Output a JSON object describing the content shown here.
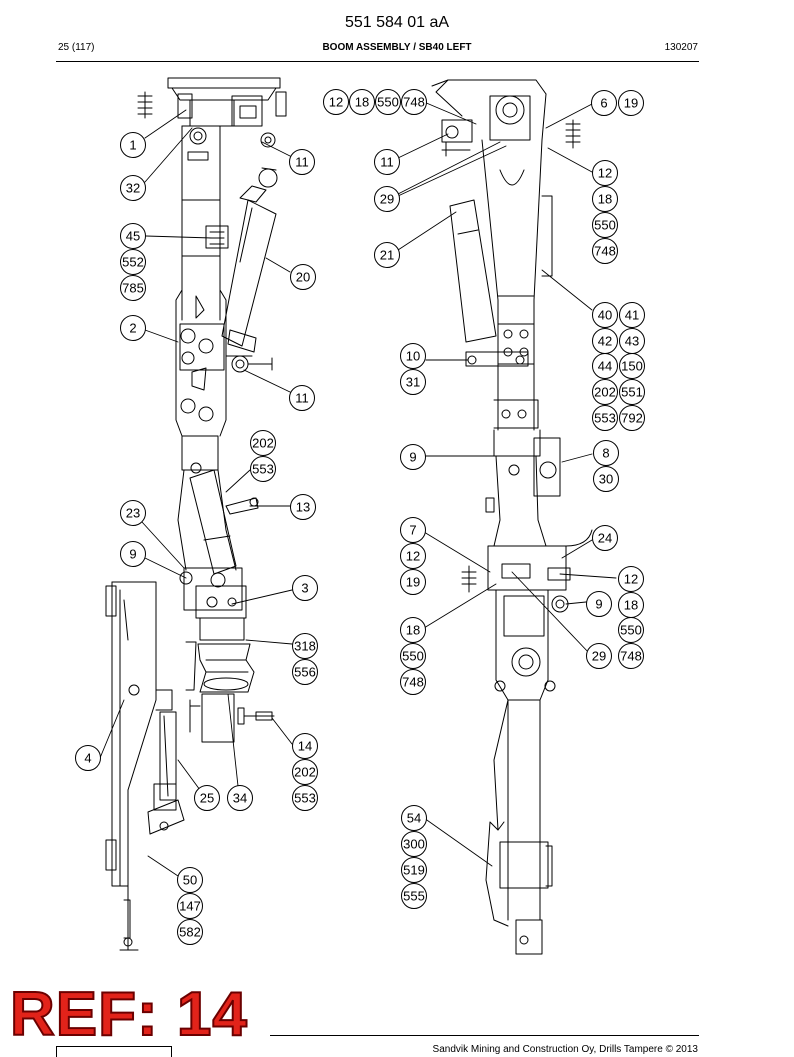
{
  "header": {
    "doc_number": "551 584 01 aA",
    "page": "25 (117)",
    "title": "BOOM ASSEMBLY / SB40 LEFT",
    "date": "130207"
  },
  "stamp": "REF: 14",
  "footer": {
    "copyright": "Sandvik Mining and Construction Oy, Drills Tampere © 2013"
  },
  "callouts": [
    {
      "id": "c1",
      "label": "1"
    },
    {
      "id": "c11a",
      "label": "11"
    },
    {
      "id": "c32",
      "label": "32"
    },
    {
      "id": "c45",
      "label": "45"
    },
    {
      "id": "c552a",
      "label": "552"
    },
    {
      "id": "c785",
      "label": "785"
    },
    {
      "id": "c20",
      "label": "20"
    },
    {
      "id": "c2",
      "label": "2"
    },
    {
      "id": "c11b",
      "label": "11"
    },
    {
      "id": "c202a",
      "label": "202"
    },
    {
      "id": "c553a",
      "label": "553"
    },
    {
      "id": "c13",
      "label": "13"
    },
    {
      "id": "c23",
      "label": "23"
    },
    {
      "id": "c9a",
      "label": "9"
    },
    {
      "id": "c3",
      "label": "3"
    },
    {
      "id": "c318",
      "label": "318"
    },
    {
      "id": "c556",
      "label": "556"
    },
    {
      "id": "c4",
      "label": "4"
    },
    {
      "id": "c14",
      "label": "14"
    },
    {
      "id": "c202b",
      "label": "202"
    },
    {
      "id": "c553b",
      "label": "553"
    },
    {
      "id": "c25",
      "label": "25"
    },
    {
      "id": "c34",
      "label": "34"
    },
    {
      "id": "c50",
      "label": "50"
    },
    {
      "id": "c147",
      "label": "147"
    },
    {
      "id": "c582",
      "label": "582"
    },
    {
      "id": "c12a",
      "label": "12"
    },
    {
      "id": "c18a",
      "label": "18"
    },
    {
      "id": "c550a",
      "label": "550"
    },
    {
      "id": "c748a",
      "label": "748"
    },
    {
      "id": "c6",
      "label": "6"
    },
    {
      "id": "c19a",
      "label": "19"
    },
    {
      "id": "c11c",
      "label": "11"
    },
    {
      "id": "c29a",
      "label": "29"
    },
    {
      "id": "c12b",
      "label": "12"
    },
    {
      "id": "c18b",
      "label": "18"
    },
    {
      "id": "c550b",
      "label": "550"
    },
    {
      "id": "c748b",
      "label": "748"
    },
    {
      "id": "c21",
      "label": "21"
    },
    {
      "id": "c40",
      "label": "40"
    },
    {
      "id": "c41",
      "label": "41"
    },
    {
      "id": "c42",
      "label": "42"
    },
    {
      "id": "c43",
      "label": "43"
    },
    {
      "id": "c44",
      "label": "44"
    },
    {
      "id": "c150",
      "label": "150"
    },
    {
      "id": "c202c",
      "label": "202"
    },
    {
      "id": "c551",
      "label": "551"
    },
    {
      "id": "c553c",
      "label": "553"
    },
    {
      "id": "c792",
      "label": "792"
    },
    {
      "id": "c10",
      "label": "10"
    },
    {
      "id": "c31",
      "label": "31"
    },
    {
      "id": "c9b",
      "label": "9"
    },
    {
      "id": "c8",
      "label": "8"
    },
    {
      "id": "c30",
      "label": "30"
    },
    {
      "id": "c7",
      "label": "7"
    },
    {
      "id": "c12c",
      "label": "12"
    },
    {
      "id": "c19b",
      "label": "19"
    },
    {
      "id": "c24",
      "label": "24"
    },
    {
      "id": "c12d",
      "label": "12"
    },
    {
      "id": "c9c",
      "label": "9"
    },
    {
      "id": "c18c",
      "label": "18"
    },
    {
      "id": "c550c",
      "label": "550"
    },
    {
      "id": "c18d",
      "label": "18"
    },
    {
      "id": "c550d",
      "label": "550"
    },
    {
      "id": "c748c",
      "label": "748"
    },
    {
      "id": "c29b",
      "label": "29"
    },
    {
      "id": "c748d",
      "label": "748"
    },
    {
      "id": "c54",
      "label": "54"
    },
    {
      "id": "c300",
      "label": "300"
    },
    {
      "id": "c519",
      "label": "519"
    },
    {
      "id": "c555",
      "label": "555"
    }
  ]
}
